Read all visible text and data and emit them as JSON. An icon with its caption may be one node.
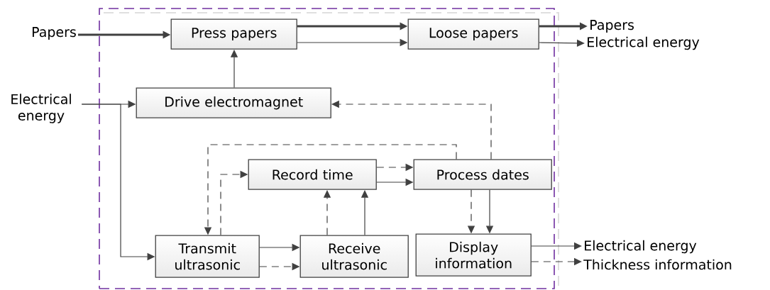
{
  "diagram": {
    "nodes": [
      {
        "text": [],
        "shape": "box"
      },
      {
        "text": [
          "Papers"
        ]
      },
      {
        "text": [
          "Press papers"
        ],
        "in": 0
      },
      {
        "text": [
          "Loose papers"
        ],
        "in": 0
      },
      {
        "text": [
          "Papers"
        ]
      },
      {
        "text": [
          "Electrical energy"
        ]
      },
      {
        "text": [
          "Electrical energy"
        ]
      },
      {
        "text": [
          "Drive electromagnet"
        ],
        "in": 0
      },
      {
        "text": [
          "Record time"
        ],
        "in": 0
      },
      {
        "text": [
          "Process dates"
        ],
        "in": 0
      },
      {
        "text": [
          "Transmit ultrasonic"
        ],
        "in": 0
      },
      {
        "text": [
          "Receive ultrasonic"
        ],
        "in": 0
      },
      {
        "text": [
          "Display information"
        ],
        "in": 0
      },
      {
        "text": [
          "Electrical energy"
        ]
      },
      {
        "text": [
          "Thickness information"
        ]
      }
    ],
    "edges": [
      {
        "from": 1,
        "to": 2,
        "arrow": "to",
        "style": "thick"
      },
      {
        "from": 2,
        "to": 3,
        "arrow": "to",
        "style": "thick"
      },
      {
        "from": 2,
        "to": 3,
        "arrow": "to"
      },
      {
        "from": 3,
        "to": 4,
        "arrow": "to",
        "style": "thick"
      },
      {
        "from": 3,
        "to": 5,
        "arrow": "to"
      },
      {
        "from": 6,
        "to": 7,
        "arrow": "to"
      },
      {
        "from": 6,
        "to": 10,
        "arrow": "to"
      },
      {
        "from": 7,
        "to": 2,
        "arrow": "to"
      },
      {
        "from": 9,
        "to": 7,
        "arrow": "to",
        "style": "dashed"
      },
      {
        "from": 9,
        "to": 10,
        "arrow": "to",
        "style": "dashed"
      },
      {
        "from": 10,
        "to": 8,
        "arrow": "to",
        "style": "dashed"
      },
      {
        "from": 8,
        "to": 9,
        "arrow": "to",
        "style": "dashed"
      },
      {
        "from": 8,
        "to": 9,
        "arrow": "to"
      },
      {
        "from": 11,
        "to": 8,
        "arrow": "to",
        "style": "dashed"
      },
      {
        "from": 11,
        "to": 8,
        "arrow": "to"
      },
      {
        "from": 10,
        "to": 11,
        "arrow": "to"
      },
      {
        "from": 10,
        "to": 11,
        "arrow": "to",
        "style": "dashed"
      },
      {
        "from": 9,
        "to": 12,
        "arrow": "to",
        "style": "dashed"
      },
      {
        "from": 9,
        "to": 12,
        "arrow": "to"
      },
      {
        "from": 12,
        "to": 13,
        "arrow": "to"
      },
      {
        "from": 12,
        "to": 14,
        "arrow": "to",
        "style": "dashed"
      }
    ]
  }
}
